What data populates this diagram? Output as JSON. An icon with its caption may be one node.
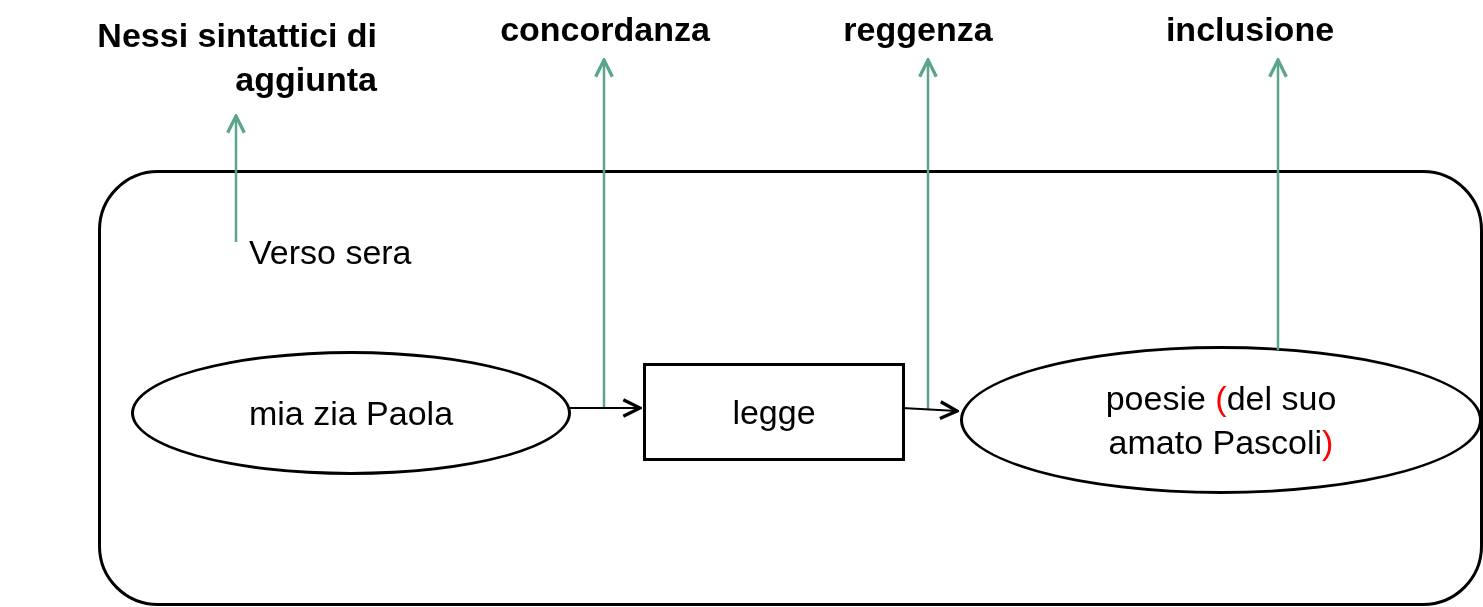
{
  "diagram": {
    "nodes": [
      {
        "text": [],
        "shape": "box"
      },
      {
        "text": [
          "Verso sera"
        ],
        "in": 0
      },
      {
        "text": [
          "mia zia Paola"
        ],
        "in": 0
      },
      {
        "text": [
          "legge"
        ],
        "in": 0
      },
      {
        "text": [
          "poesie (del suo amato Pascoli)"
        ],
        "in": 0
      },
      {
        "text": [
          "Nessi sintattici di aggiunta"
        ]
      },
      {
        "text": [
          "concordanza"
        ]
      },
      {
        "text": [
          "reggenza"
        ]
      },
      {
        "text": [
          "inclusione"
        ]
      }
    ],
    "edges": [
      {
        "from": 1,
        "to": 5,
        "arrow": "to"
      },
      {
        "from": null,
        "to": 6,
        "arrow": "to"
      },
      {
        "from": null,
        "to": 7,
        "arrow": "to"
      },
      {
        "from": 4,
        "to": 8,
        "arrow": "to"
      },
      {
        "from": 2,
        "to": 3,
        "arrow": "to",
        "color": "#000000"
      },
      {
        "from": 3,
        "to": 4,
        "arrow": "to",
        "color": "#000000"
      }
    ]
  }
}
